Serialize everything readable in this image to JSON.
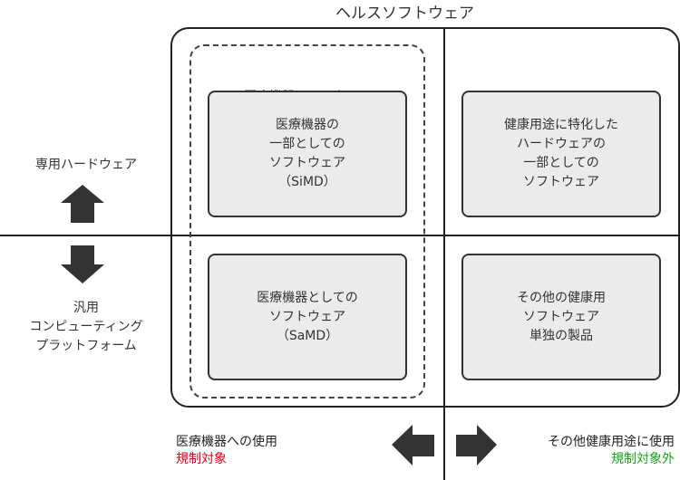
{
  "title": "ヘルスソフトウェア",
  "group_label": "医療機器ソフトウェア",
  "quadrants": {
    "top_left": "医療機器の\n一部としての\nソフトウェア\n（SiMD）",
    "top_right": "健康用途に特化した\nハードウェアの\n一部としての\nソフトウェア",
    "bottom_left": "医療機器としての\nソフトウェア\n（SaMD）",
    "bottom_right": "その他の健康用\nソフトウェア\n単独の製品"
  },
  "left_axis": {
    "top_label": "専用ハードウェア",
    "bottom_label": "汎用\nコンピューティング\nプラットフォーム"
  },
  "bottom_axis": {
    "left_label": "医療機器への使用",
    "left_status": "規制対象",
    "right_label": "その他健康用途に使用",
    "right_status": "規制対象外"
  },
  "colors": {
    "regulated": "#e60012",
    "not_regulated": "#1aa31a",
    "box_fill": "#ebebeb",
    "arrow": "#333333"
  }
}
